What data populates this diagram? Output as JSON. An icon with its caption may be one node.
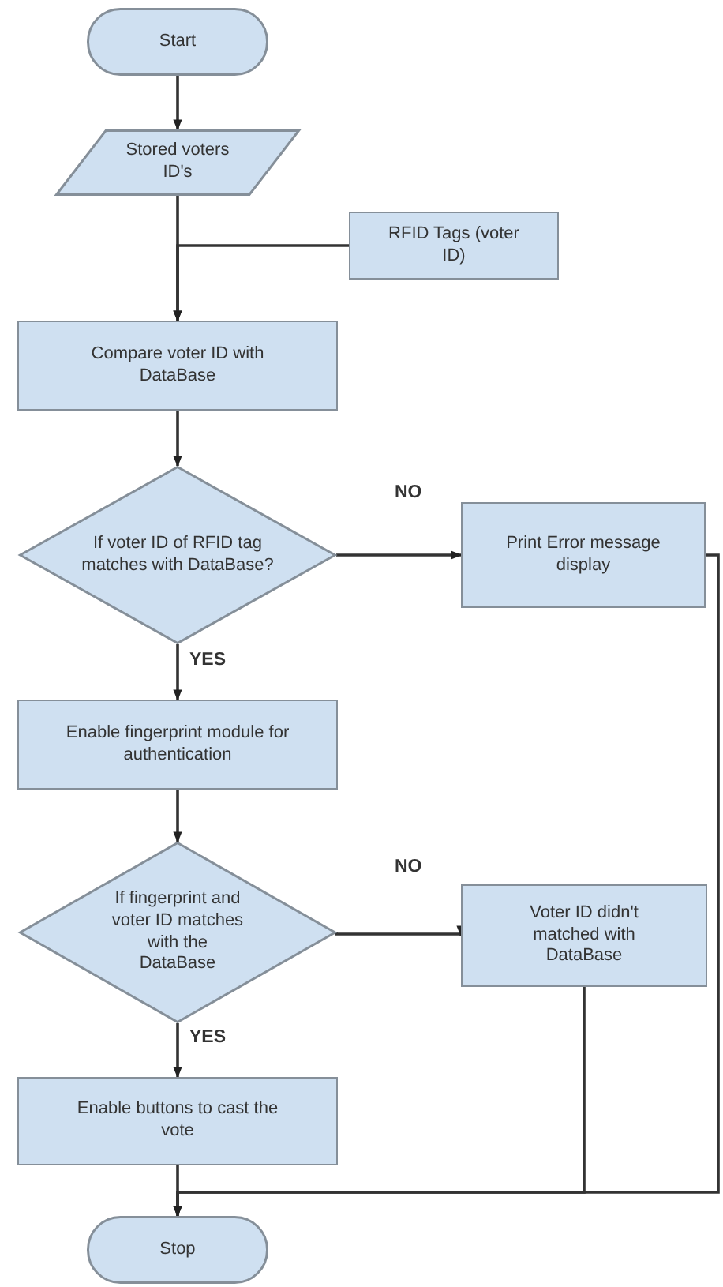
{
  "diagram": {
    "nodes": [
      {
        "text": [
          "Start"
        ]
      },
      {
        "text": [
          "Stored voters ID's"
        ]
      },
      {
        "text": [
          "RFID Tags (voter ID)"
        ]
      },
      {
        "text": [
          "Compare voter ID with DataBase"
        ]
      },
      {
        "text": [
          "If voter ID of RFID tag matches with DataBase?"
        ]
      },
      {
        "text": [
          "Print Error message display"
        ]
      },
      {
        "text": [
          "Enable fingerprint module for authentication"
        ]
      },
      {
        "text": [
          "If fingerprint and voter ID matches with the DataBase"
        ]
      },
      {
        "text": [
          "Voter ID didn't matched with DataBase"
        ]
      },
      {
        "text": [
          "Enable buttons to cast the vote"
        ]
      },
      {
        "text": [
          "Stop"
        ]
      }
    ],
    "edges": [
      {
        "from": 0,
        "to": 1,
        "arrow": "to"
      },
      {
        "from": 1,
        "to": 3,
        "arrow": "to"
      },
      {
        "from": 2,
        "to": 3,
        "arrow": "to"
      },
      {
        "from": 3,
        "to": 4,
        "arrow": "to"
      },
      {
        "from": 4,
        "to": 5,
        "arrow": "to",
        "label": "NO"
      },
      {
        "from": 4,
        "to": 6,
        "arrow": "to",
        "label": "YES"
      },
      {
        "from": 6,
        "to": 7,
        "arrow": "to"
      },
      {
        "from": 7,
        "to": 8,
        "arrow": "to",
        "label": "NO"
      },
      {
        "from": 7,
        "to": 9,
        "arrow": "to",
        "label": "YES"
      },
      {
        "from": 9,
        "to": 10,
        "arrow": "to"
      },
      {
        "from": 5,
        "to": 10,
        "arrow": "to"
      },
      {
        "from": 8,
        "to": 10,
        "arrow": "to"
      }
    ]
  }
}
